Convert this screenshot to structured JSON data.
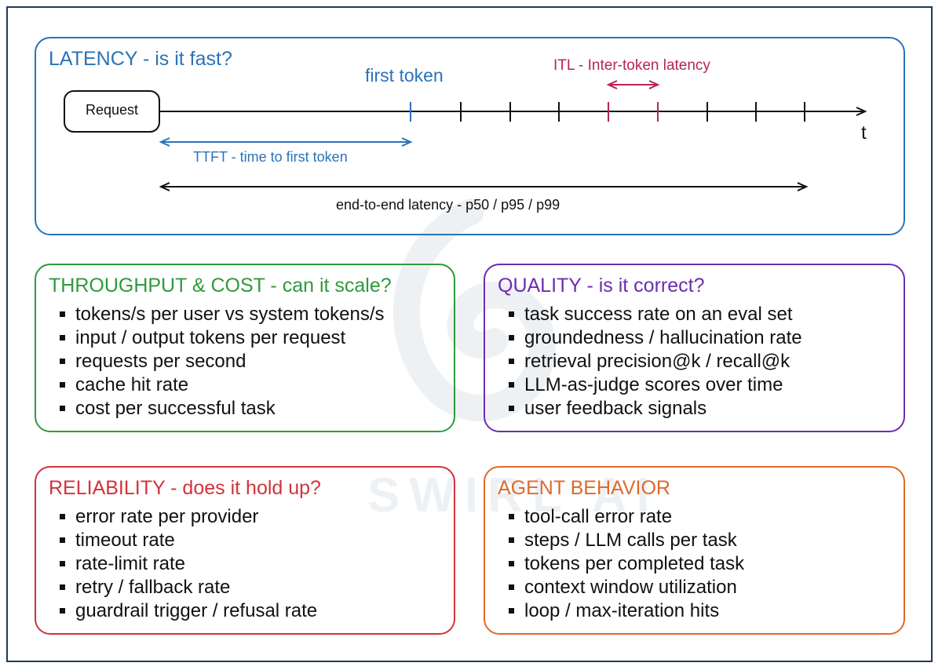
{
  "latency": {
    "title": "LATENCY - is it fast?",
    "request_label": "Request",
    "first_token_label": "first token",
    "itl_label": "ITL - Inter-token latency",
    "ttft_label": "TTFT - time to first token",
    "e2e_label": "end-to-end latency - p50 / p95 / p99",
    "axis_label": "t"
  },
  "throughput": {
    "title": "THROUGHPUT & COST - can it scale?",
    "items": [
      "tokens/s per user vs system tokens/s",
      "input / output tokens per request",
      "requests per second",
      "cache hit rate",
      "cost per successful task"
    ]
  },
  "quality": {
    "title": "QUALITY - is it correct?",
    "items": [
      "task success rate on an eval set",
      "groundedness / hallucination rate",
      "retrieval precision@k / recall@k",
      "LLM-as-judge scores over time",
      "user feedback signals"
    ]
  },
  "reliability": {
    "title": "RELIABILITY - does it hold up?",
    "items": [
      "error rate per provider",
      "timeout rate",
      "rate-limit rate",
      "retry / fallback rate",
      "guardrail trigger / refusal rate"
    ]
  },
  "agent": {
    "title": "AGENT BEHAVIOR",
    "items": [
      "tool-call error rate",
      "steps / LLM calls per task",
      "tokens per completed task",
      "context window utilization",
      "loop / max-iteration hits"
    ]
  },
  "watermark": "SWIRL AI",
  "colors": {
    "latency": "#2a73b8",
    "throughput": "#2e9a3c",
    "quality": "#6b2db0",
    "reliability": "#d2333b",
    "agent": "#e0692a",
    "itl": "#b5245a"
  }
}
